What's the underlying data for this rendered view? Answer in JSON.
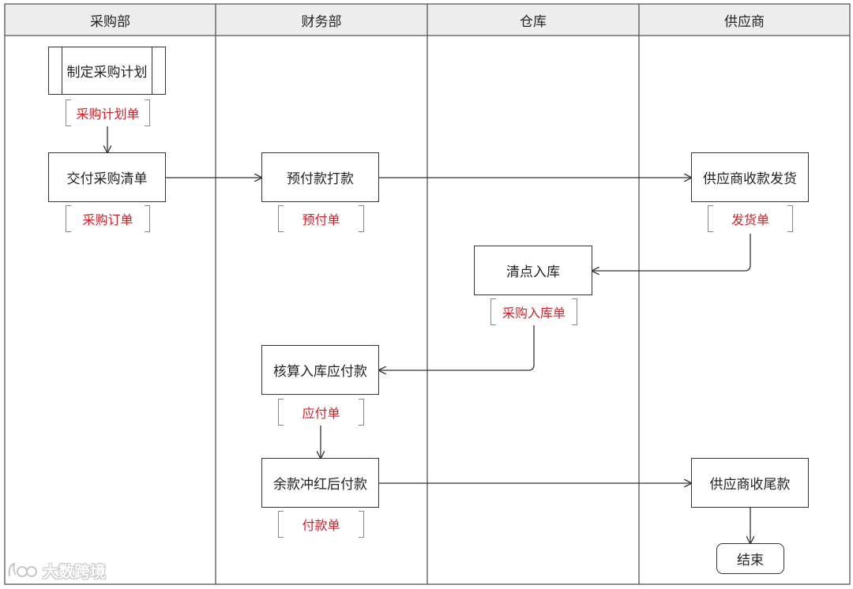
{
  "lanes": [
    {
      "id": "purchasing",
      "label": "采购部"
    },
    {
      "id": "finance",
      "label": "财务部"
    },
    {
      "id": "warehouse",
      "label": "仓库"
    },
    {
      "id": "supplier",
      "label": "供应商"
    }
  ],
  "nodes": {
    "make_plan": "制定采购计划",
    "deliver_list": "交付采购清单",
    "prepay": "预付款打款",
    "supplier_ship": "供应商收款发货",
    "check_in": "清点入库",
    "calc_payable": "核算入库应付款",
    "balance_pay": "余款冲红后付款",
    "supplier_final": "供应商收尾款",
    "end": "结束"
  },
  "documents": {
    "plan_doc": "采购计划单",
    "order_doc": "采购订单",
    "prepay_doc": "预付单",
    "ship_doc": "发货单",
    "inbound_doc": "采购入库单",
    "payable_doc": "应付单",
    "payment_doc": "付款单"
  },
  "watermark": {
    "text": "大数跨境"
  },
  "colors": {
    "doc_text": "#d0202a",
    "header_bg": "#ededed",
    "line": "#333333"
  }
}
